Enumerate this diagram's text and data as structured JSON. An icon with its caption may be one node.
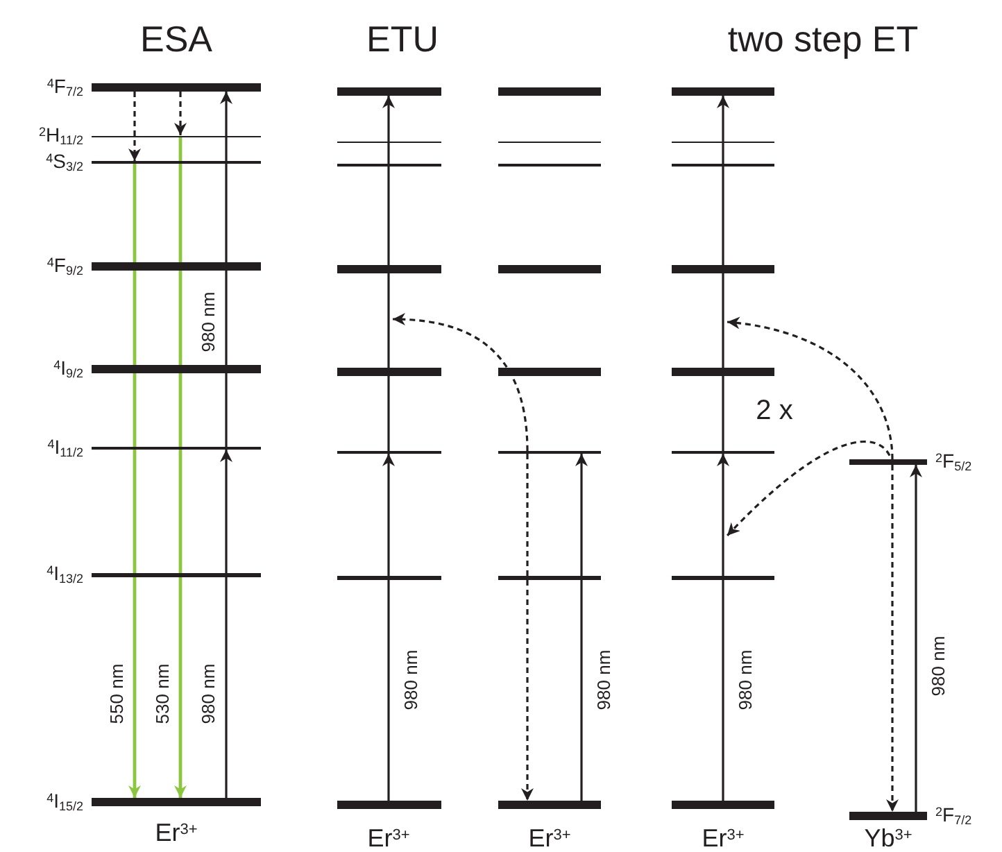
{
  "diagram": {
    "nodes": [
      {
        "text": [],
        "shape": "bar",
        "beside": [
          "$^{4}$F$_{7/2}$"
        ]
      },
      {
        "text": [],
        "shape": "bar",
        "beside": [
          "$^{2}$H$_{11/2}$"
        ]
      },
      {
        "text": [],
        "shape": "bar",
        "beside": [
          "$^{4}$S$_{3/2}$"
        ]
      },
      {
        "text": [],
        "shape": "bar",
        "beside": [
          "$^{4}$F$_{9/2}$"
        ]
      },
      {
        "text": [],
        "shape": "bar",
        "beside": [
          "$^{4}$I$_{9/2}$"
        ]
      },
      {
        "text": [],
        "shape": "bar",
        "beside": [
          "$^{4}$I$_{11/2}$"
        ]
      },
      {
        "text": [],
        "shape": "bar",
        "beside": [
          "$^{4}$I$_{13/2}$"
        ]
      },
      {
        "text": [],
        "shape": "bar",
        "beside": [
          "$^{4}$I$_{15/2}$"
        ]
      },
      {
        "text": [],
        "shape": "bar"
      },
      {
        "text": [],
        "shape": "bar"
      },
      {
        "text": [],
        "shape": "bar"
      },
      {
        "text": [],
        "shape": "bar"
      },
      {
        "text": [],
        "shape": "bar"
      },
      {
        "text": [],
        "shape": "bar"
      },
      {
        "text": [],
        "shape": "bar"
      },
      {
        "text": [],
        "shape": "bar"
      },
      {
        "text": [],
        "shape": "bar"
      },
      {
        "text": [],
        "shape": "bar"
      },
      {
        "text": [],
        "shape": "bar"
      },
      {
        "text": [],
        "shape": "bar"
      },
      {
        "text": [],
        "shape": "bar"
      },
      {
        "text": [],
        "shape": "bar"
      },
      {
        "text": [],
        "shape": "bar"
      },
      {
        "text": [],
        "shape": "bar"
      },
      {
        "text": [],
        "shape": "bar"
      },
      {
        "text": [],
        "shape": "bar"
      },
      {
        "text": [],
        "shape": "bar"
      },
      {
        "text": [],
        "shape": "bar"
      },
      {
        "text": [],
        "shape": "bar"
      },
      {
        "text": [],
        "shape": "bar"
      },
      {
        "text": [],
        "shape": "bar"
      },
      {
        "text": [],
        "shape": "bar"
      },
      {
        "text": [],
        "shape": "bar",
        "beside": [
          "$^{2}$F$_{5/2}$"
        ]
      },
      {
        "text": [],
        "shape": "bar",
        "beside": [
          "$^{2}$F$_{7/2}$"
        ]
      }
    ],
    "edges": [
      {
        "from": 0,
        "to": 2,
        "arrow": "to",
        "style": "dashed"
      },
      {
        "from": 0,
        "to": 1,
        "arrow": "to",
        "style": "dashed"
      },
      {
        "from": 2,
        "to": 7,
        "arrow": "to",
        "label": "550 nm",
        "color": "#8cc63f"
      },
      {
        "from": 1,
        "to": 7,
        "arrow": "to",
        "label": "530 nm",
        "color": "#8cc63f"
      },
      {
        "from": 7,
        "to": 5,
        "arrow": "to",
        "label": "980 nm"
      },
      {
        "from": 5,
        "to": 0,
        "arrow": "to",
        "label": "980 nm"
      },
      {
        "from": 15,
        "to": 13,
        "arrow": "to",
        "label": "980 nm"
      },
      {
        "from": 13,
        "to": 8,
        "arrow": "to"
      },
      {
        "from": 23,
        "to": 21,
        "arrow": "to",
        "label": "980 nm"
      },
      {
        "from": 21,
        "to": null,
        "arrow": "to",
        "style": "dashed"
      },
      {
        "from": 21,
        "to": 23,
        "arrow": "to",
        "style": "dashed"
      },
      {
        "from": 31,
        "to": 29,
        "arrow": "to",
        "label": "980 nm"
      },
      {
        "from": 29,
        "to": 24,
        "arrow": "to"
      },
      {
        "from": 33,
        "to": 32,
        "arrow": "to",
        "label": "980 nm"
      },
      {
        "from": 32,
        "to": null,
        "arrow": "to",
        "style": "dashed"
      },
      {
        "from": 32,
        "to": null,
        "arrow": "to",
        "style": "dashed"
      },
      {
        "from": 32,
        "to": 33,
        "arrow": "to",
        "style": "dashed"
      }
    ],
    "labels": [
      "ESA",
      "ETU",
      "two step ET",
      "2 x",
      "Er$^{3+}$",
      "Er$^{3+}$",
      "Er$^{3+}$",
      "Er$^{3+}$",
      "Yb$^{3+}$"
    ]
  }
}
